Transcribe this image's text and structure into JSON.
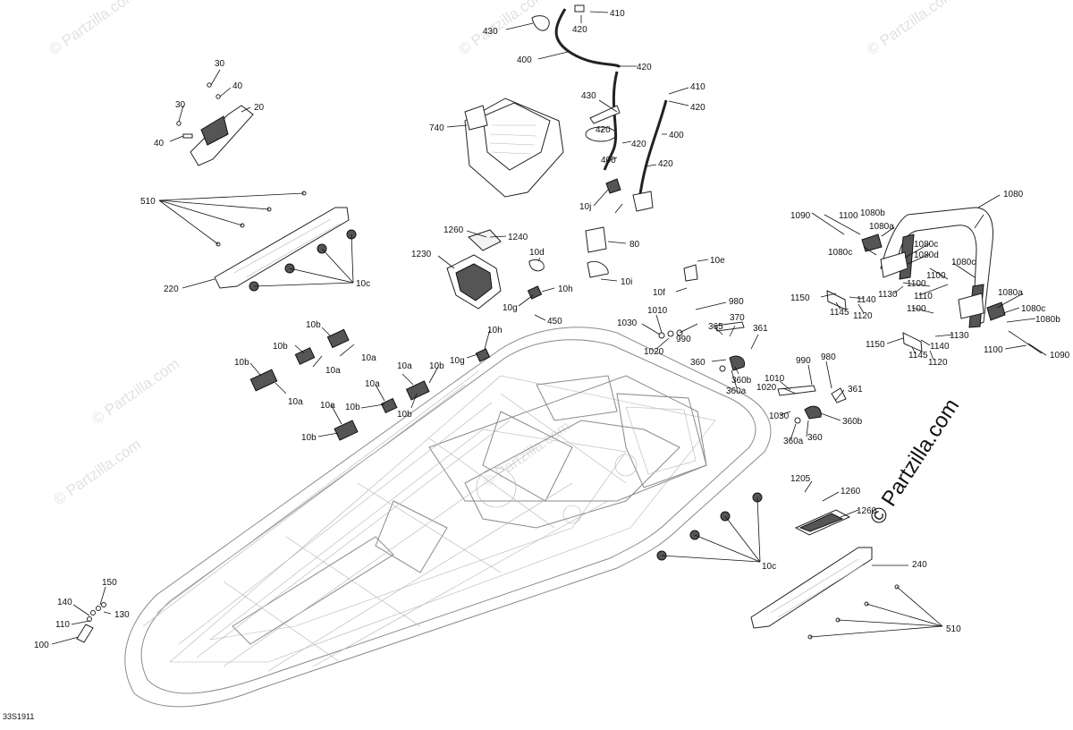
{
  "watermarks": {
    "small": "© Partzilla.com",
    "main": "© Partzilla.com"
  },
  "diagram_code": "33S1911",
  "labels": {
    "l430a": "430",
    "l410a": "410",
    "l420a": "420",
    "l400a": "400",
    "l420b": "420",
    "l410b": "410",
    "l420c": "420",
    "l430b": "430",
    "l420d": "420",
    "l400b": "400",
    "l420e": "420",
    "l400c": "400",
    "l420f": "420",
    "l740": "740",
    "l10j": "10j",
    "l80": "80",
    "l10i": "10i",
    "l10e": "10e",
    "l10f": "10f",
    "l980a": "980",
    "l30a": "30",
    "l40a": "40",
    "l30b": "30",
    "l20": "20",
    "l40b": "40",
    "l510a": "510",
    "l220": "220",
    "l10ca": "10c",
    "l1260a": "1260",
    "l1240": "1240",
    "l1230": "1230",
    "l10d": "10d",
    "l10ha": "10h",
    "l10ga": "10g",
    "l450": "450",
    "l10ba": "10b",
    "l10bb": "10b",
    "l10aa": "10a",
    "l10ab": "10a",
    "l10bc": "10b",
    "l10ac": "10a",
    "l10ad": "10a",
    "l10ae": "10a",
    "l10bd": "10b",
    "l10be": "10b",
    "l10af": "10a",
    "l10bf": "10b",
    "l10bg": "10b",
    "l10hb": "10h",
    "l10gb": "10g",
    "l1010a": "1010",
    "l1030a": "1030",
    "l1020a": "1020",
    "l990a": "990",
    "l365": "365",
    "l370": "370",
    "l361a": "361",
    "l360a": "360",
    "l360ba": "360b",
    "l360aa": "360a",
    "l1010b": "1010",
    "l990b": "990",
    "l980b": "980",
    "l1020b": "1020",
    "l361b": "361",
    "l1030b": "1030",
    "l360bb": "360b",
    "l360ab": "360a",
    "l360b": "360",
    "l1090a": "1090",
    "l1100a": "1100",
    "l1080b_a": "1080b",
    "l1080": "1080",
    "l1080a_a": "1080a",
    "l1080c_a": "1080c",
    "l1080c_b": "1080c",
    "l1080d": "1080d",
    "l1080c_c": "1080c",
    "l1100b": "1100",
    "l1100c": "1100",
    "l1150a": "1150",
    "l1140a": "1140",
    "l1130a": "1130",
    "l1110": "1110",
    "l1145a": "1145",
    "l1120a": "1120",
    "l1100d": "1100",
    "l1080a_b": "1080a",
    "l1080c_d": "1080c",
    "l1080b_b": "1080b",
    "l1150b": "1150",
    "l1140b": "1140",
    "l1130b": "1130",
    "l1145b": "1145",
    "l1120b": "1120",
    "l1100e": "1100",
    "l1090b": "1090",
    "l1205": "1205",
    "l1260b": "1260",
    "l1260c": "1260",
    "l10cb": "10c",
    "l240": "240",
    "l510b": "510",
    "l150": "150",
    "l140": "140",
    "l130": "130",
    "l110": "110",
    "l100": "100"
  }
}
